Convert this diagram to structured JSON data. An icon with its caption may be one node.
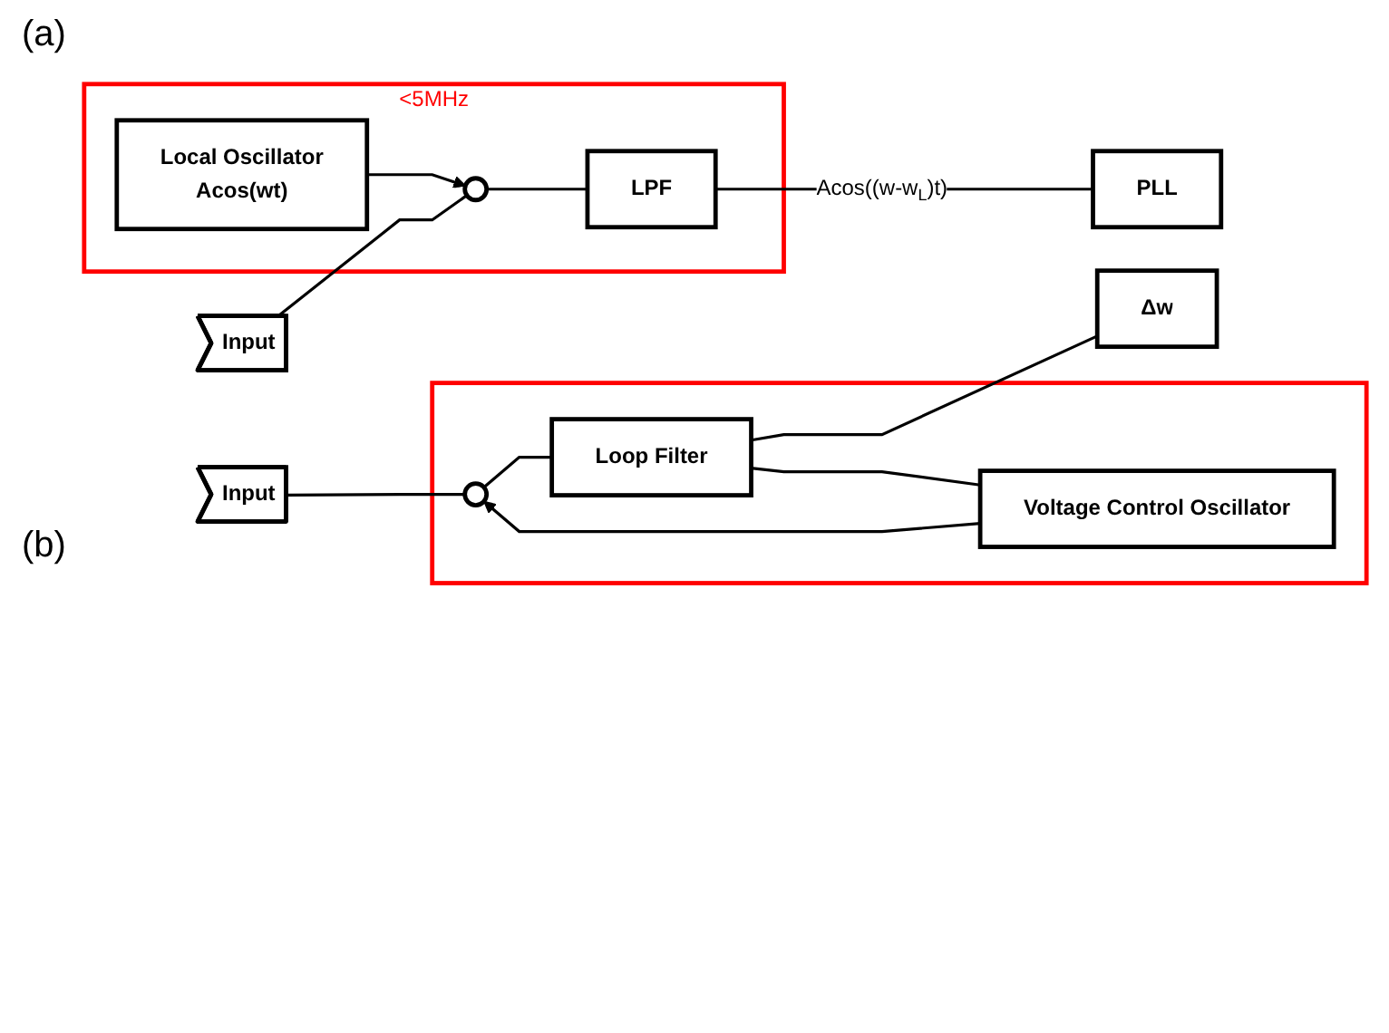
{
  "diagram": {
    "nodes": [
      {
        "text": [
          "<5MHz"
        ]
      },
      {
        "text": [
          "Input"
        ]
      },
      {
        "text": [],
        "shape": "circle",
        "in": 0
      },
      {
        "text": [
          "LPF"
        ],
        "in": 0
      },
      {
        "text": [
          "Local Oscillator",
          "Acos(wt)"
        ],
        "in": 0
      },
      {
        "text": [
          "PLL"
        ]
      },
      {
        "text": [],
        "shape": "box"
      },
      {
        "text": [
          "Input"
        ]
      },
      {
        "text": [],
        "shape": "circle",
        "in": 6
      },
      {
        "text": [
          "Loop Filter"
        ],
        "in": 6
      },
      {
        "text": [
          "Voltage Control Oscillator"
        ],
        "in": 6
      },
      {
        "text": [
          "Δw"
        ]
      }
    ],
    "edges": [
      {
        "from": 1,
        "to": 2,
        "arrow": "none"
      },
      {
        "from": 2,
        "to": 3,
        "arrow": "none"
      },
      {
        "from": 4,
        "to": 2,
        "arrow": "to"
      },
      {
        "from": 3,
        "to": 5,
        "arrow": "none",
        "label": "Acos((w-w$_{L}$)t)"
      },
      {
        "from": 7,
        "to": 8,
        "arrow": "none"
      },
      {
        "from": 8,
        "to": 9,
        "arrow": "none"
      },
      {
        "from": 9,
        "to": 11,
        "arrow": "none"
      },
      {
        "from": 9,
        "to": 10,
        "arrow": "none"
      },
      {
        "from": 10,
        "to": 8,
        "arrow": "to"
      }
    ],
    "labels": [
      "(a)",
      "(b)"
    ]
  }
}
